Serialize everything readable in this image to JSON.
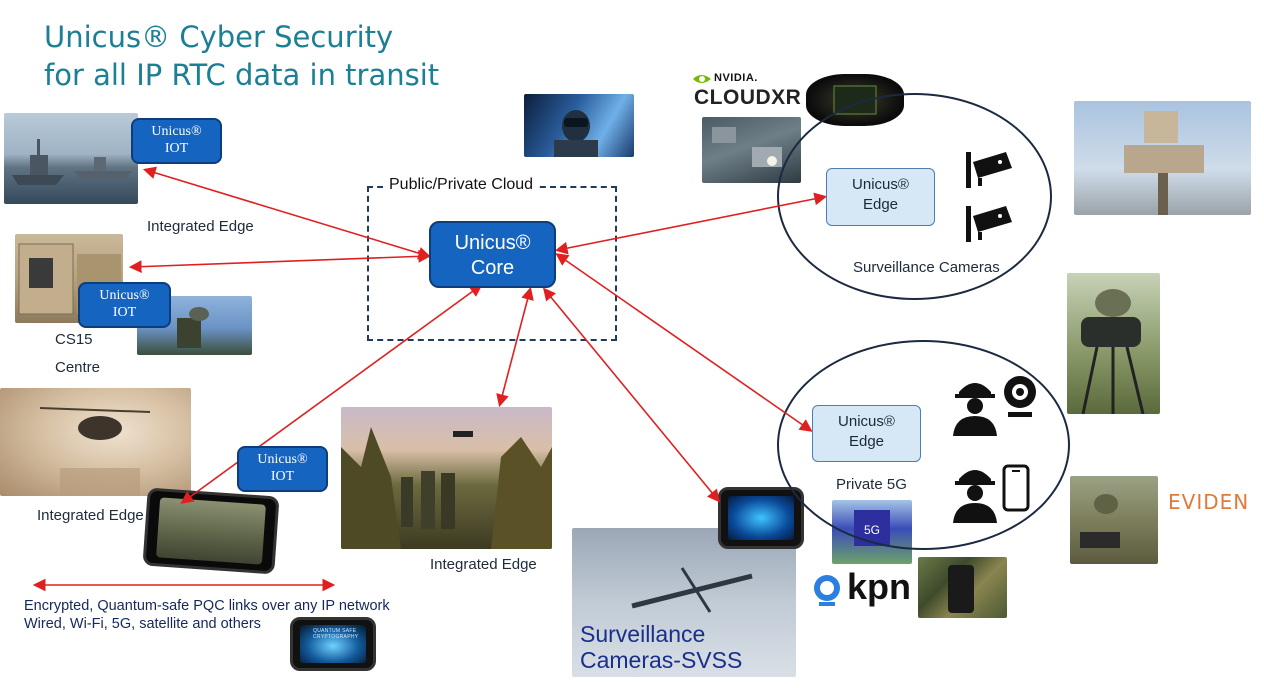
{
  "title": {
    "line1": "Unicus® Cyber Security",
    "line2": "for all IP RTC data in transit"
  },
  "cloud": {
    "label": "Public/Private Cloud"
  },
  "core": {
    "line1": "Unicus®",
    "line2": "Core"
  },
  "iot_boxes": [
    {
      "line1": "Unicus®",
      "line2": "IOT"
    },
    {
      "line1": "Unicus®",
      "line2": "IOT"
    },
    {
      "line1": "Unicus®",
      "line2": "IOT"
    }
  ],
  "edge_boxes": [
    {
      "line1": "Unicus®",
      "line2": "Edge"
    },
    {
      "line1": "Unicus®",
      "line2": "Edge"
    }
  ],
  "labels": {
    "integrated_edge_top": "Integrated Edge",
    "cs15": "CS15",
    "centre": "Centre",
    "integrated_edge_left": "Integrated Edge",
    "integrated_edge_center": "Integrated Edge",
    "surveillance_cameras": "Surveillance Cameras",
    "private_5g": "Private 5G",
    "svss_line1": "Surveillance",
    "svss_line2": "Cameras-SVSS"
  },
  "footer": {
    "line1": "Encrypted, Quantum-safe PQC links over any IP network",
    "line2": "Wired, Wi-Fi, 5G, satellite and others"
  },
  "logos": {
    "nvidia": "NVIDIA.",
    "cloudxr": "CLOUDXR",
    "kpn": "kpn",
    "eviden": "EVIDEN",
    "tablet_caption": "QUANTUM SAFE CRYPTOGRAPHY"
  },
  "colors": {
    "title": "#1b7f95",
    "core_fill": "#1565c0",
    "edge_fill": "#d6e7f6",
    "arrow": "#e02020",
    "eviden": "#e07a3a"
  }
}
